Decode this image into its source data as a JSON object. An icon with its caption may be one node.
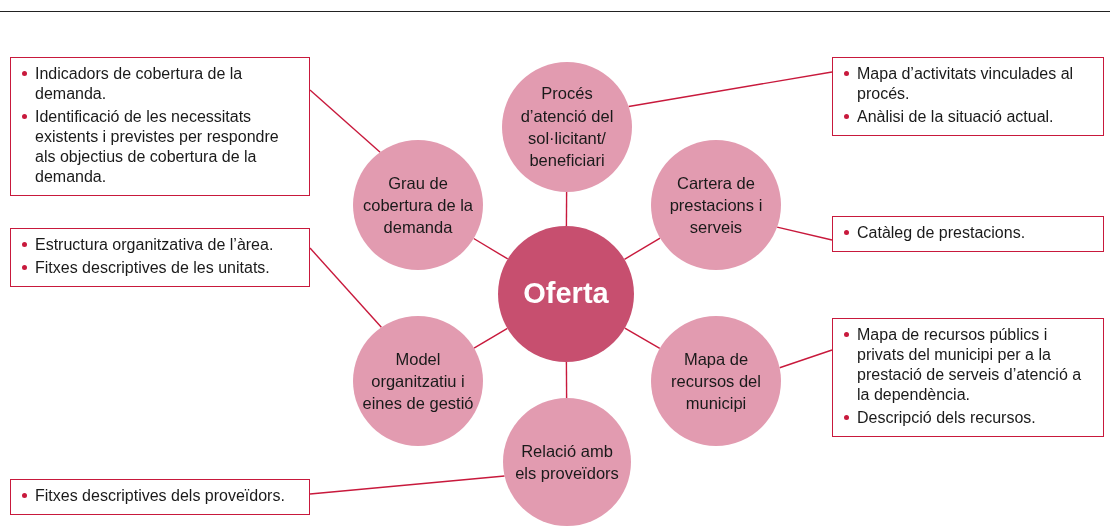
{
  "diagram": {
    "nodes": [
      {
        "text": [
          "Oferta"
        ]
      },
      {
        "text": [
          "Procés d’atenció del sol·licitant/ beneficiari"
        ]
      },
      {
        "text": [
          "Cartera de prestacions i serveis"
        ]
      },
      {
        "text": [
          "Mapa de recursos del municipi"
        ]
      },
      {
        "text": [
          "Relació amb els proveïdors"
        ]
      },
      {
        "text": [
          "Model organitzatiu i eines de gestió"
        ]
      },
      {
        "text": [
          "Grau de cobertura de la demanda"
        ]
      },
      {
        "text": [
          "Indicadors de cobertura de la demanda.",
          "Identificació de les necessitats existents i previstes per respondre als objectius de cobertura de la demanda."
        ]
      },
      {
        "text": [
          "Estructura organitzativa de l’àrea.",
          "Fitxes descriptives de les unitats."
        ]
      },
      {
        "text": [
          "Fitxes descriptives dels proveïdors."
        ]
      },
      {
        "text": [
          "Mapa d’activitats vinculades al procés.",
          "Anàlisi de la situació actual."
        ]
      },
      {
        "text": [
          "Catàleg de prestacions."
        ]
      },
      {
        "text": [
          "Mapa de recursos públics i privats del municipi per a la prestació de serveis d’atenció a la dependència.",
          "Descripció dels recursos."
        ]
      }
    ],
    "edges": [
      {
        "from": 0,
        "to": 1,
        "arrow": "none"
      },
      {
        "from": 0,
        "to": 2,
        "arrow": "none"
      },
      {
        "from": 0,
        "to": 3,
        "arrow": "none"
      },
      {
        "from": 0,
        "to": 4,
        "arrow": "none"
      },
      {
        "from": 0,
        "to": 5,
        "arrow": "none"
      },
      {
        "from": 0,
        "to": 6,
        "arrow": "none"
      },
      {
        "from": 6,
        "to": 7,
        "arrow": "none"
      },
      {
        "from": 5,
        "to": 8,
        "arrow": "none"
      },
      {
        "from": 4,
        "to": 9,
        "arrow": "none"
      },
      {
        "from": 1,
        "to": 10,
        "arrow": "none"
      },
      {
        "from": 2,
        "to": 11,
        "arrow": "none"
      },
      {
        "from": 3,
        "to": 12,
        "arrow": "none"
      }
    ]
  }
}
